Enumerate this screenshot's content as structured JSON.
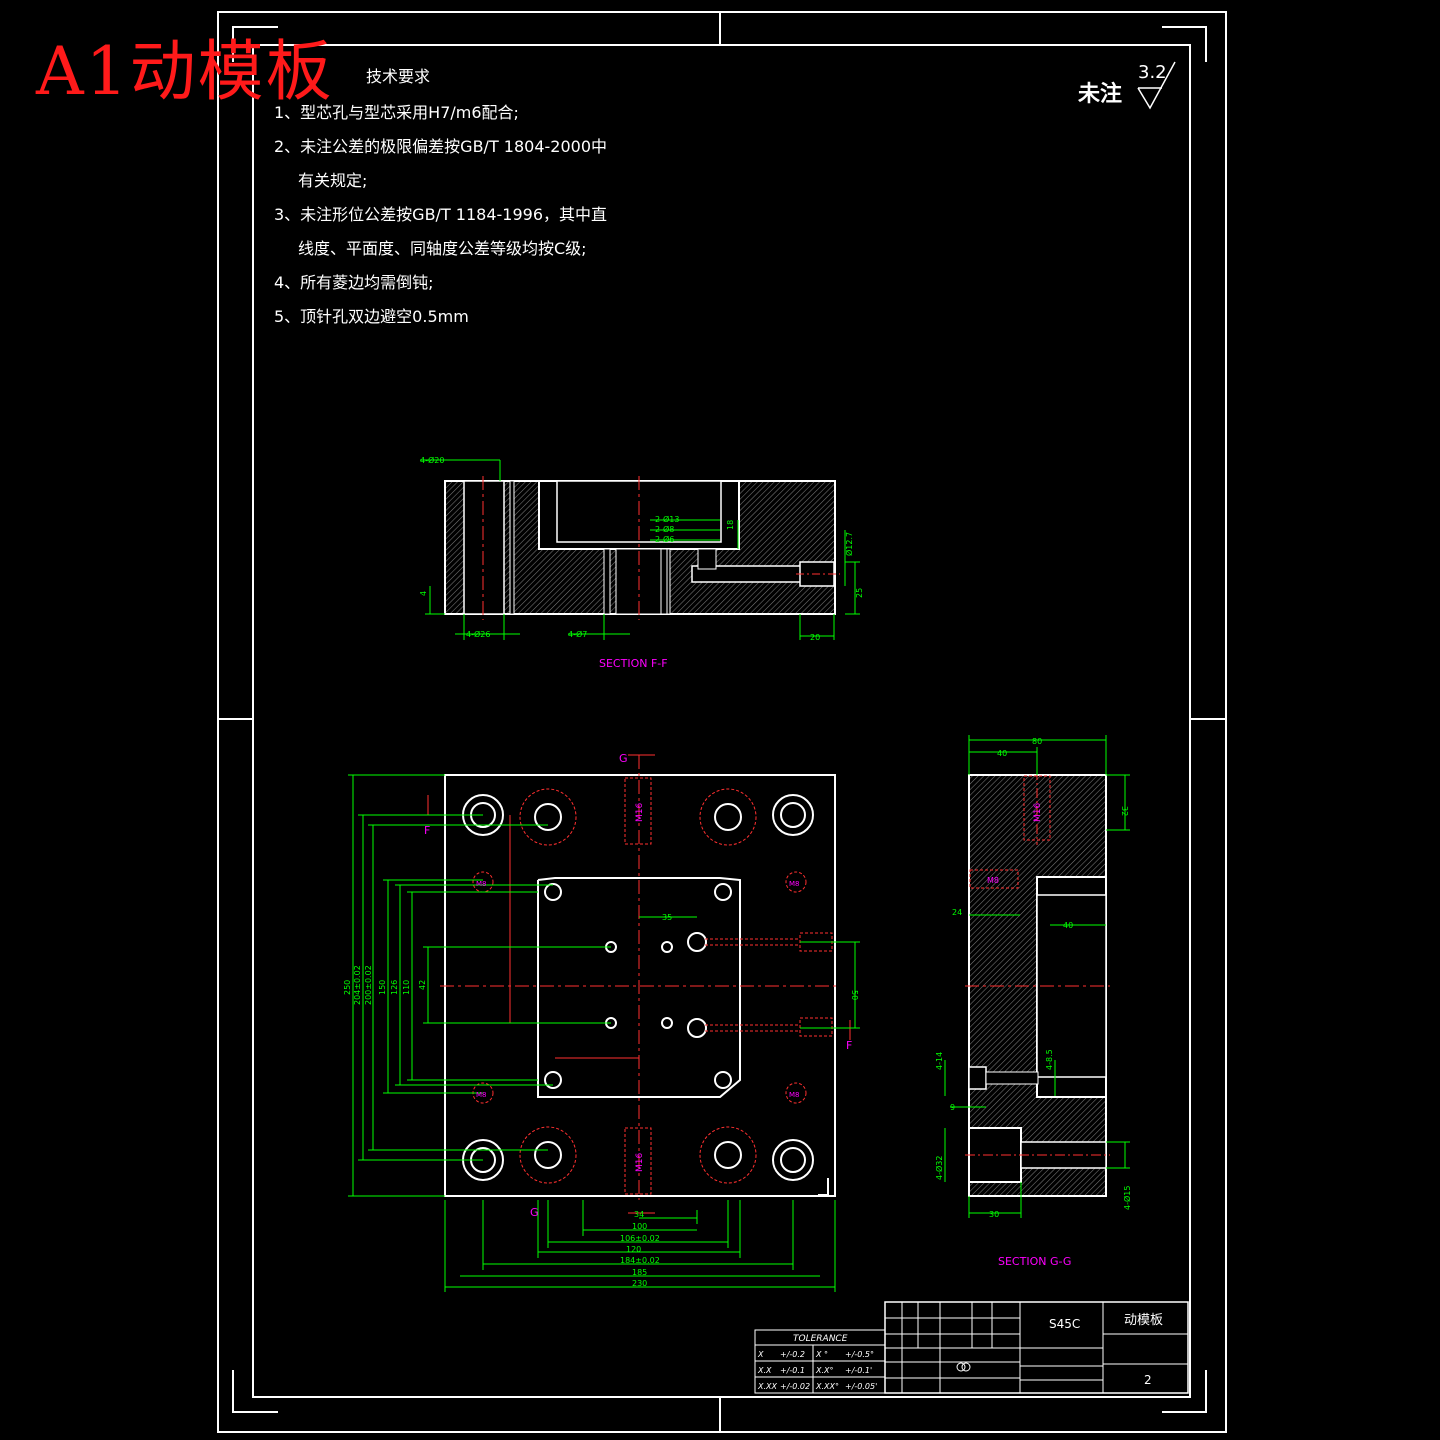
{
  "title": "A1动模板",
  "tech_requirements": {
    "heading": "技术要求",
    "items": [
      "1、型芯孔与型芯采用H7/m6配合;",
      "2、未注公差的极限偏差按GB/T 1804-2000中",
      "有关规定;",
      "3、未注形位公差按GB/T 1184-1996，其中直",
      "线度、平面度、同轴度公差等级均按C级;",
      "4、所有菱边均需倒钝;",
      "5、顶针孔双边避空0.5mm"
    ]
  },
  "surface_finish": {
    "label": "未注",
    "value": "3.2"
  },
  "section_ff": {
    "caption": "SECTION  F-F",
    "dims": [
      "4-Ø20",
      "2-Ø13",
      "2-Ø8",
      "2-Ø6",
      "18",
      "Ø12.7",
      "4",
      "25",
      "4-Ø26",
      "4-Ø7",
      "20"
    ]
  },
  "plan_view": {
    "cut_labels": [
      "G",
      "G",
      "F",
      "F"
    ],
    "thread_labels": [
      "M16",
      "M16"
    ],
    "hole_labels": [
      "M8",
      "M8",
      "M8",
      "M8"
    ],
    "inner_dim": "35",
    "right_dim": "50",
    "left_dims": [
      "250",
      "204±0.02",
      "200±0.02",
      "150",
      "126",
      "110",
      "42"
    ],
    "bottom_dims": [
      "34",
      "100",
      "106±0.02",
      "120",
      "184±0.02",
      "185",
      "230"
    ]
  },
  "section_gg": {
    "caption": "SECTION  G-G",
    "dims": [
      "80",
      "40",
      "32",
      "M16",
      "M8",
      "24",
      "40",
      "4-14",
      "4-8.5",
      "9",
      "4-Ø32",
      "4-Ø15",
      "30"
    ]
  },
  "title_block": {
    "tolerance_heading": "TOLERANCE",
    "tolerance_rows": [
      [
        "X",
        "+/-0.2",
        "X °",
        "+/-0.5°"
      ],
      [
        "X.X",
        "+/-0.1",
        "X.X°",
        "+/-0.1'"
      ],
      [
        "X.XX",
        "+/-0.02",
        "X.XX°",
        "+/-0.05'"
      ]
    ],
    "material": "S45C",
    "part_name": "动模板",
    "sheet_number": "2"
  },
  "colors": {
    "background": "#000000",
    "outline": "#ffffff",
    "dimension": "#00ff00",
    "centerline": "#ff0000",
    "annotation": "#ff00ff",
    "title": "#ff1a1a",
    "hatch": "#808080"
  }
}
